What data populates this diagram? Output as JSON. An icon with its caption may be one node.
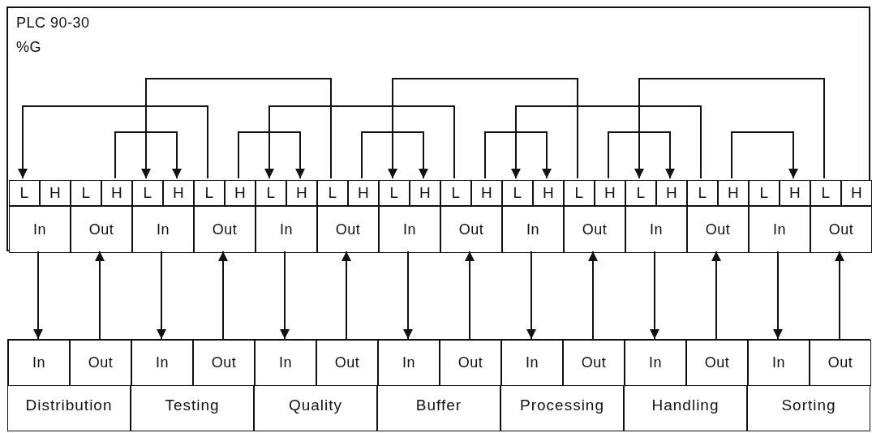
{
  "diagram": {
    "nodes": [
      {
        "text": [
          "PLC 90-30",
          "%G"
        ]
      },
      {
        "text": [
          "L"
        ],
        "in": 0
      },
      {
        "text": [
          "H"
        ],
        "in": 0
      },
      {
        "text": [
          "L"
        ],
        "in": 0
      },
      {
        "text": [
          "H"
        ],
        "in": 0
      },
      {
        "text": [
          "L"
        ],
        "in": 0
      },
      {
        "text": [
          "H"
        ],
        "in": 0
      },
      {
        "text": [
          "L"
        ],
        "in": 0
      },
      {
        "text": [
          "H"
        ],
        "in": 0
      },
      {
        "text": [
          "L"
        ],
        "in": 0
      },
      {
        "text": [
          "H"
        ],
        "in": 0
      },
      {
        "text": [
          "L"
        ],
        "in": 0
      },
      {
        "text": [
          "H"
        ],
        "in": 0
      },
      {
        "text": [
          "L"
        ],
        "in": 0
      },
      {
        "text": [
          "H"
        ],
        "in": 0
      },
      {
        "text": [
          "L"
        ],
        "in": 0
      },
      {
        "text": [
          "H"
        ],
        "in": 0
      },
      {
        "text": [
          "L"
        ],
        "in": 0
      },
      {
        "text": [
          "H"
        ],
        "in": 0
      },
      {
        "text": [
          "L"
        ],
        "in": 0
      },
      {
        "text": [
          "H"
        ],
        "in": 0
      },
      {
        "text": [
          "L"
        ],
        "in": 0
      },
      {
        "text": [
          "H"
        ],
        "in": 0
      },
      {
        "text": [
          "L"
        ],
        "in": 0
      },
      {
        "text": [
          "H"
        ],
        "in": 0
      },
      {
        "text": [
          "L"
        ],
        "in": 0
      },
      {
        "text": [
          "H"
        ],
        "in": 0
      },
      {
        "text": [
          "L"
        ],
        "in": 0
      },
      {
        "text": [
          "H"
        ],
        "in": 0
      },
      {
        "text": [
          "In"
        ],
        "in": 0
      },
      {
        "text": [
          "Out"
        ],
        "in": 0
      },
      {
        "text": [
          "In"
        ],
        "in": 0
      },
      {
        "text": [
          "Out"
        ],
        "in": 0
      },
      {
        "text": [
          "In"
        ],
        "in": 0
      },
      {
        "text": [
          "Out"
        ],
        "in": 0
      },
      {
        "text": [
          "In"
        ],
        "in": 0
      },
      {
        "text": [
          "Out"
        ],
        "in": 0
      },
      {
        "text": [
          "In"
        ],
        "in": 0
      },
      {
        "text": [
          "Out"
        ],
        "in": 0
      },
      {
        "text": [
          "In"
        ],
        "in": 0
      },
      {
        "text": [
          "Out"
        ],
        "in": 0
      },
      {
        "text": [
          "In"
        ],
        "in": 0
      },
      {
        "text": [
          "Out"
        ],
        "in": 0
      },
      {
        "text": [
          "Distribution"
        ]
      },
      {
        "text": [
          "In"
        ],
        "in": 43
      },
      {
        "text": [
          "Out"
        ],
        "in": 43
      },
      {
        "text": [
          "Testing"
        ]
      },
      {
        "text": [
          "In"
        ],
        "in": 46
      },
      {
        "text": [
          "Out"
        ],
        "in": 46
      },
      {
        "text": [
          "Quality"
        ]
      },
      {
        "text": [
          "In"
        ],
        "in": 49
      },
      {
        "text": [
          "Out"
        ],
        "in": 49
      },
      {
        "text": [
          "Buffer"
        ]
      },
      {
        "text": [
          "In"
        ],
        "in": 52
      },
      {
        "text": [
          "Out"
        ],
        "in": 52
      },
      {
        "text": [
          "Processing"
        ]
      },
      {
        "text": [
          "In"
        ],
        "in": 55
      },
      {
        "text": [
          "Out"
        ],
        "in": 55
      },
      {
        "text": [
          "Handling"
        ]
      },
      {
        "text": [
          "In"
        ],
        "in": 58
      },
      {
        "text": [
          "Out"
        ],
        "in": 58
      },
      {
        "text": [
          "Sorting"
        ]
      },
      {
        "text": [
          "In"
        ],
        "in": 61
      },
      {
        "text": [
          "Out"
        ],
        "in": 61
      }
    ],
    "edges": [
      {
        "from": 7,
        "to": 1,
        "arrow": "to"
      },
      {
        "from": 4,
        "to": 6,
        "arrow": "to"
      },
      {
        "from": 11,
        "to": 5,
        "arrow": "to"
      },
      {
        "from": 15,
        "to": 9,
        "arrow": "to"
      },
      {
        "from": 8,
        "to": 10,
        "arrow": "to"
      },
      {
        "from": 19,
        "to": 13,
        "arrow": "to"
      },
      {
        "from": 12,
        "to": 14,
        "arrow": "to"
      },
      {
        "from": 23,
        "to": 17,
        "arrow": "to"
      },
      {
        "from": 16,
        "to": 18,
        "arrow": "to"
      },
      {
        "from": 27,
        "to": 21,
        "arrow": "to"
      },
      {
        "from": 20,
        "to": 22,
        "arrow": "to"
      },
      {
        "from": 24,
        "to": 26,
        "arrow": "to"
      },
      {
        "from": 29,
        "to": 44,
        "arrow": "to"
      },
      {
        "from": 45,
        "to": 30,
        "arrow": "to"
      },
      {
        "from": 31,
        "to": 47,
        "arrow": "to"
      },
      {
        "from": 48,
        "to": 32,
        "arrow": "to"
      },
      {
        "from": 33,
        "to": 50,
        "arrow": "to"
      },
      {
        "from": 51,
        "to": 34,
        "arrow": "to"
      },
      {
        "from": 35,
        "to": 53,
        "arrow": "to"
      },
      {
        "from": 54,
        "to": 36,
        "arrow": "to"
      },
      {
        "from": 37,
        "to": 56,
        "arrow": "to"
      },
      {
        "from": 57,
        "to": 38,
        "arrow": "to"
      },
      {
        "from": 39,
        "to": 59,
        "arrow": "to"
      },
      {
        "from": 60,
        "to": 40,
        "arrow": "to"
      },
      {
        "from": 41,
        "to": 62,
        "arrow": "to"
      },
      {
        "from": 63,
        "to": 42,
        "arrow": "to"
      }
    ]
  }
}
